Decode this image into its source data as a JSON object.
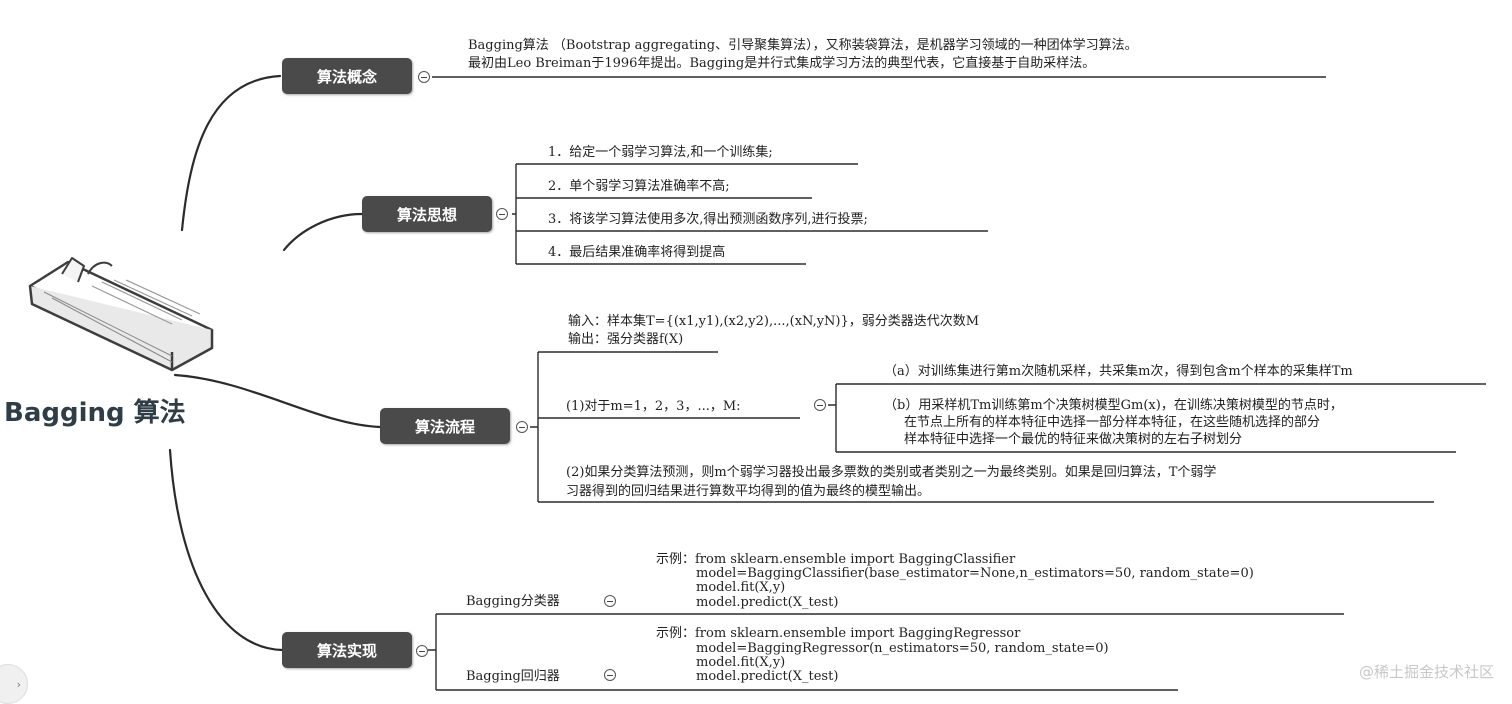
{
  "root": {
    "title": "Bagging 算法",
    "icon": "book-icon"
  },
  "concept": {
    "label": "算法概念",
    "lines": [
      "Bagging算法 （Bootstrap aggregating、引导聚集算法），又称装袋算法，是机器学习领域的一种团体学习算法。",
      "最初由Leo Breiman于1996年提出。Bagging是并行式集成学习方法的典型代表，它直接基于自助采样法。"
    ]
  },
  "idea": {
    "label": "算法思想",
    "items": [
      "1．给定一个弱学习算法,和一个训练集;",
      "2．单个弱学习算法准确率不高;",
      "3．将该学习算法使用多次,得出预测函数序列,进行投票;",
      "4．最后结果准确率将得到提高"
    ]
  },
  "flow": {
    "label": "算法流程",
    "io_lines": [
      "输入：样本集T={(x1,y1),(x2,y2),...,(xN,yN)}，弱分类器迭代次数M",
      "输出：强分类器f(X)"
    ],
    "step1": "(1)对于m=1，2，3，...，M:",
    "step1_a": "（a）对训练集进行第m次随机采样，共采集m次，得到包含m个样本的采集样Tm",
    "step1_b": [
      "（b）用采样机Tm训练第m个决策树模型Gm(x)，在训练决策树模型的节点时，",
      "在节点上所有的样本特征中选择一部分样本特征，在这些随机选择的部分",
      "样本特征中选择一个最优的特征来做决策树的左右子树划分"
    ],
    "step2": [
      "(2)如果分类算法预测，则m个弱学习器投出最多票数的类别或者类别之一为最终类别。如果是回归算法，T个弱学",
      "习器得到的回归结果进行算数平均得到的值为最终的模型输出。"
    ]
  },
  "impl": {
    "label": "算法实现",
    "classifier": {
      "label": "Bagging分类器",
      "code": [
        "示例：from sklearn.ensemble import BaggingClassifier",
        "model=BaggingClassifier(base_estimator=None,n_estimators=50, random_state=0)",
        "model.fit(X,y)",
        "model.predict(X_test)"
      ]
    },
    "regressor": {
      "label": "Bagging回归器",
      "code": [
        "示例：from sklearn.ensemble import BaggingRegressor",
        "model=BaggingRegressor(n_estimators=50, random_state=0)",
        "model.fit(X,y)",
        "model.predict(X_test)"
      ]
    }
  },
  "watermark": "@稀土掘金技术社区",
  "colors": {
    "node_bg": "#4a4a4a",
    "line": "#2b2b2b",
    "text": "#222222",
    "root_text": "#2f3e46"
  }
}
